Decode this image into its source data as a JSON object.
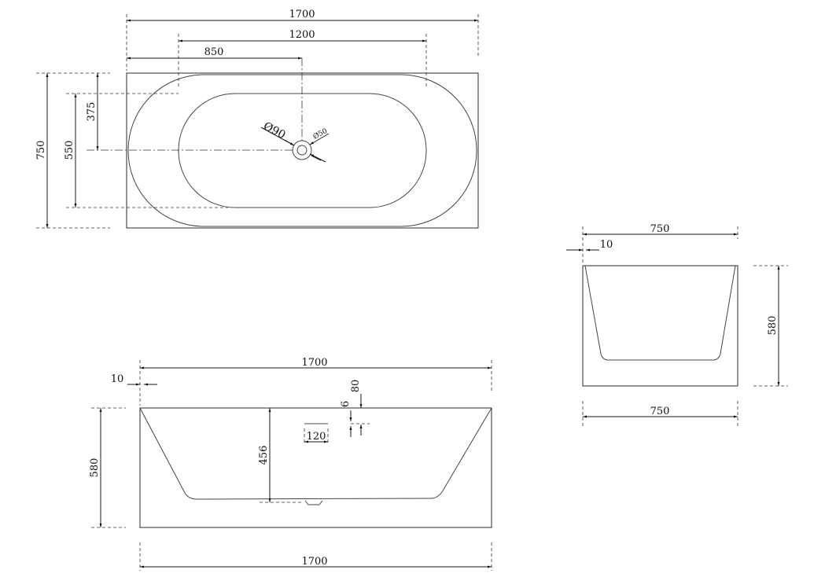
{
  "dimensions": {
    "top_view": {
      "overall_length": "1700",
      "inner_length": "1200",
      "drain_offset": "850",
      "overall_width": "750",
      "inner_width": "550",
      "drain_from_edge": "375",
      "overflow_diameter": "Ø90",
      "drain_diameter": "Ø50"
    },
    "front_view": {
      "length_top": "1700",
      "length_bottom": "1700",
      "wall_thickness": "10",
      "height": "580",
      "depth": "456",
      "overflow_width": "120",
      "overflow_from_rim": "80",
      "overflow_height": "6"
    },
    "side_view": {
      "width_top": "750",
      "wall_thickness": "10",
      "height": "580",
      "width_bottom": "750"
    }
  }
}
